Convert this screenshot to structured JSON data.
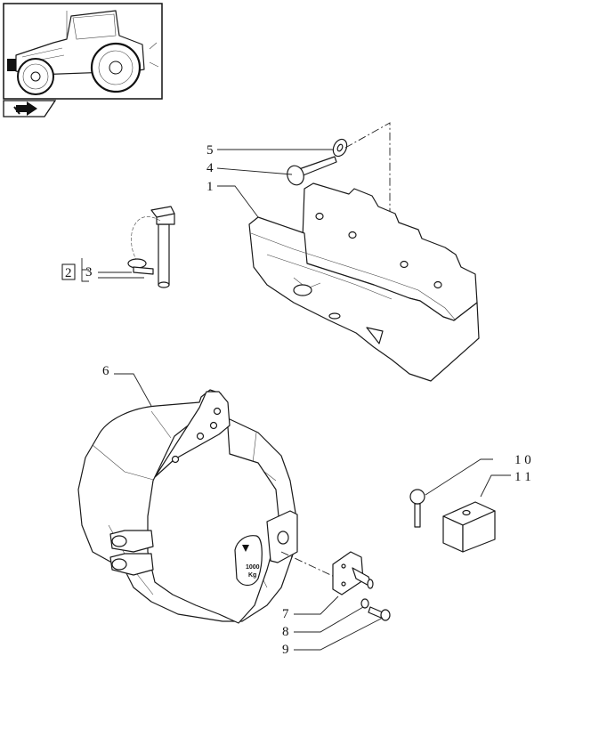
{
  "callouts": [
    {
      "id": "5",
      "text": "5"
    },
    {
      "id": "4",
      "text": "4"
    },
    {
      "id": "1",
      "text": "1"
    },
    {
      "id": "2",
      "text": "2"
    },
    {
      "id": "3",
      "text": "3"
    },
    {
      "id": "6",
      "text": "6"
    },
    {
      "id": "10",
      "text": "1 0"
    },
    {
      "id": "11",
      "text": "1 1"
    },
    {
      "id": "7",
      "text": "7"
    },
    {
      "id": "8",
      "text": "8"
    },
    {
      "id": "9",
      "text": "9"
    }
  ],
  "weight_badge": {
    "line1": "1000",
    "line2": "Kg"
  },
  "icons": {
    "thumbnail": "tractor-thumbnail-icon",
    "nav": "book-arrow-icon"
  }
}
